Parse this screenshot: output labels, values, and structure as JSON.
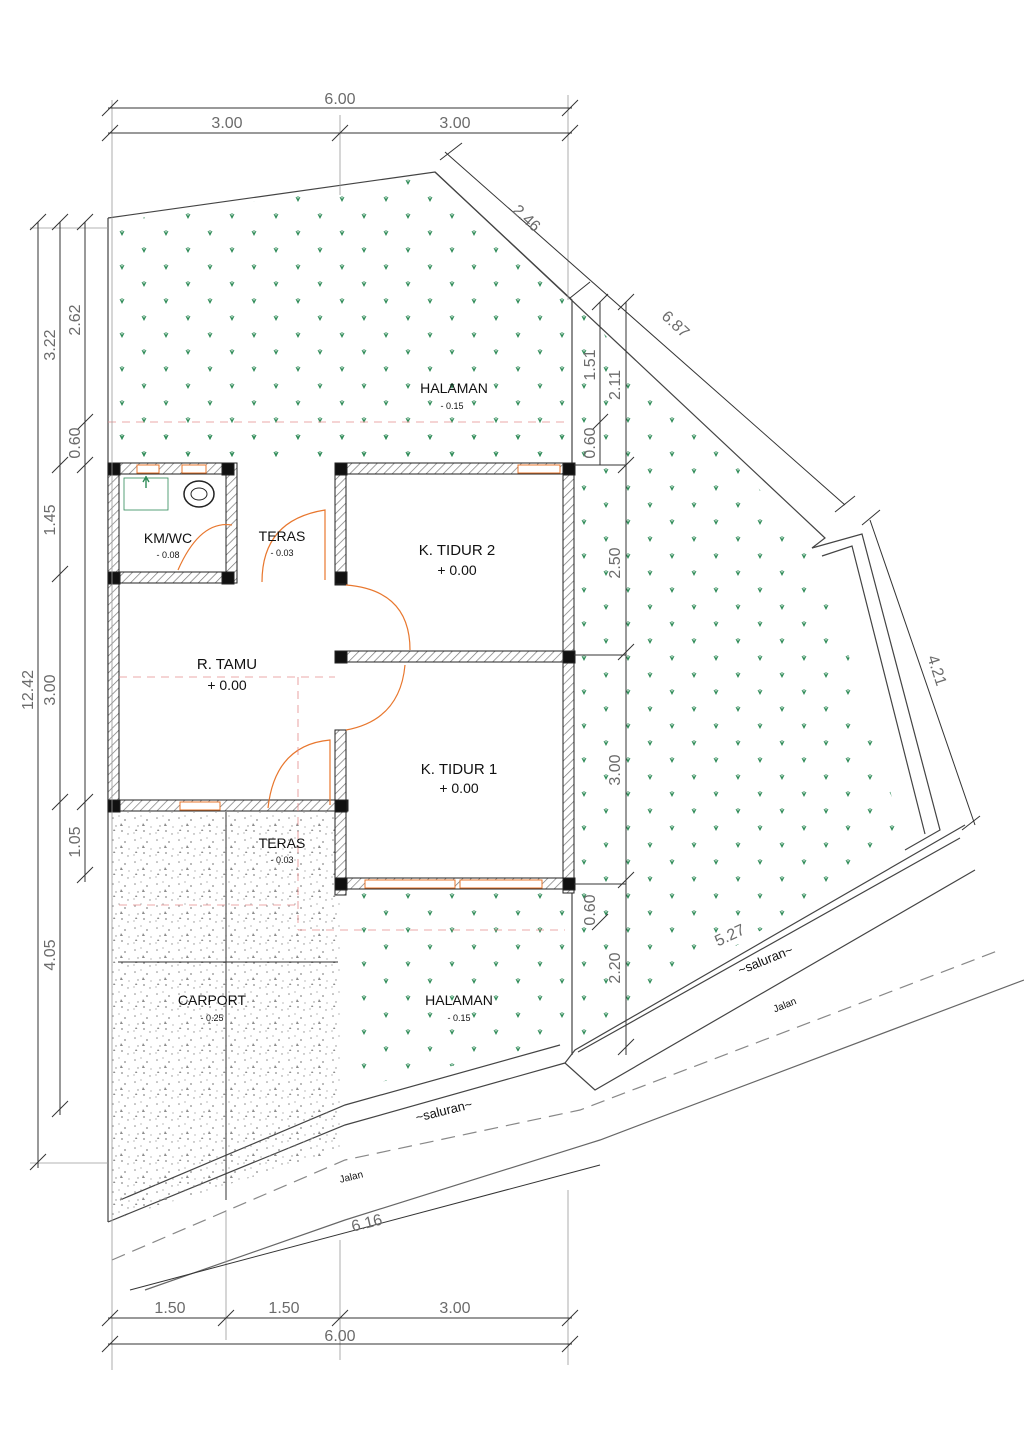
{
  "colors": {
    "wall": "#222222",
    "wall_hatch": "#888888",
    "dimension": "#555555",
    "grass": "#2e8b57",
    "door": "#e8772e",
    "window": "#e8772e",
    "gravel": "#7a7a7a"
  },
  "rooms": {
    "halaman_top": {
      "name": "HALAMAN",
      "level": "- 0.15"
    },
    "km_wc": {
      "name": "KM/WC",
      "level": "- 0.08"
    },
    "teras_top": {
      "name": "TERAS",
      "level": "- 0.03"
    },
    "k_tidur_2": {
      "name": "K. TIDUR 2",
      "level": "+ 0.00"
    },
    "r_tamu": {
      "name": "R. TAMU",
      "level": "+ 0.00"
    },
    "k_tidur_1": {
      "name": "K. TIDUR 1",
      "level": "+ 0.00"
    },
    "teras_bottom": {
      "name": "TERAS",
      "level": "- 0.03"
    },
    "carport": {
      "name": "CARPORT",
      "level": "- 0.25"
    },
    "halaman_bottom": {
      "name": "HALAMAN",
      "level": "- 0.15"
    }
  },
  "site_labels": {
    "saluran_front": "~saluran~",
    "saluran_side": "~saluran~",
    "jalan_front": "Jalan",
    "jalan_side": "Jalan"
  },
  "dimensions": {
    "top_total": "6.00",
    "top_left": "3.00",
    "top_right": "3.00",
    "bottom_a": "1.50",
    "bottom_b": "1.50",
    "bottom_c": "3.00",
    "bottom_total": "6.00",
    "left_total": "12.42",
    "left_a": "3.22",
    "left_b": "2.62",
    "left_c": "0.60",
    "left_d": "1.45",
    "left_e": "3.00",
    "left_f": "1.05",
    "left_g": "4.05",
    "right_a": "1.51",
    "right_b": "2.11",
    "right_c": "0.60",
    "right_d": "2.50",
    "right_e": "3.00",
    "right_f": "0.60",
    "right_g": "2.20",
    "diag_a": "2.46",
    "diag_b": "6.87",
    "diag_c": "4.21",
    "diag_d": "5.27",
    "diag_e": "6.16"
  }
}
